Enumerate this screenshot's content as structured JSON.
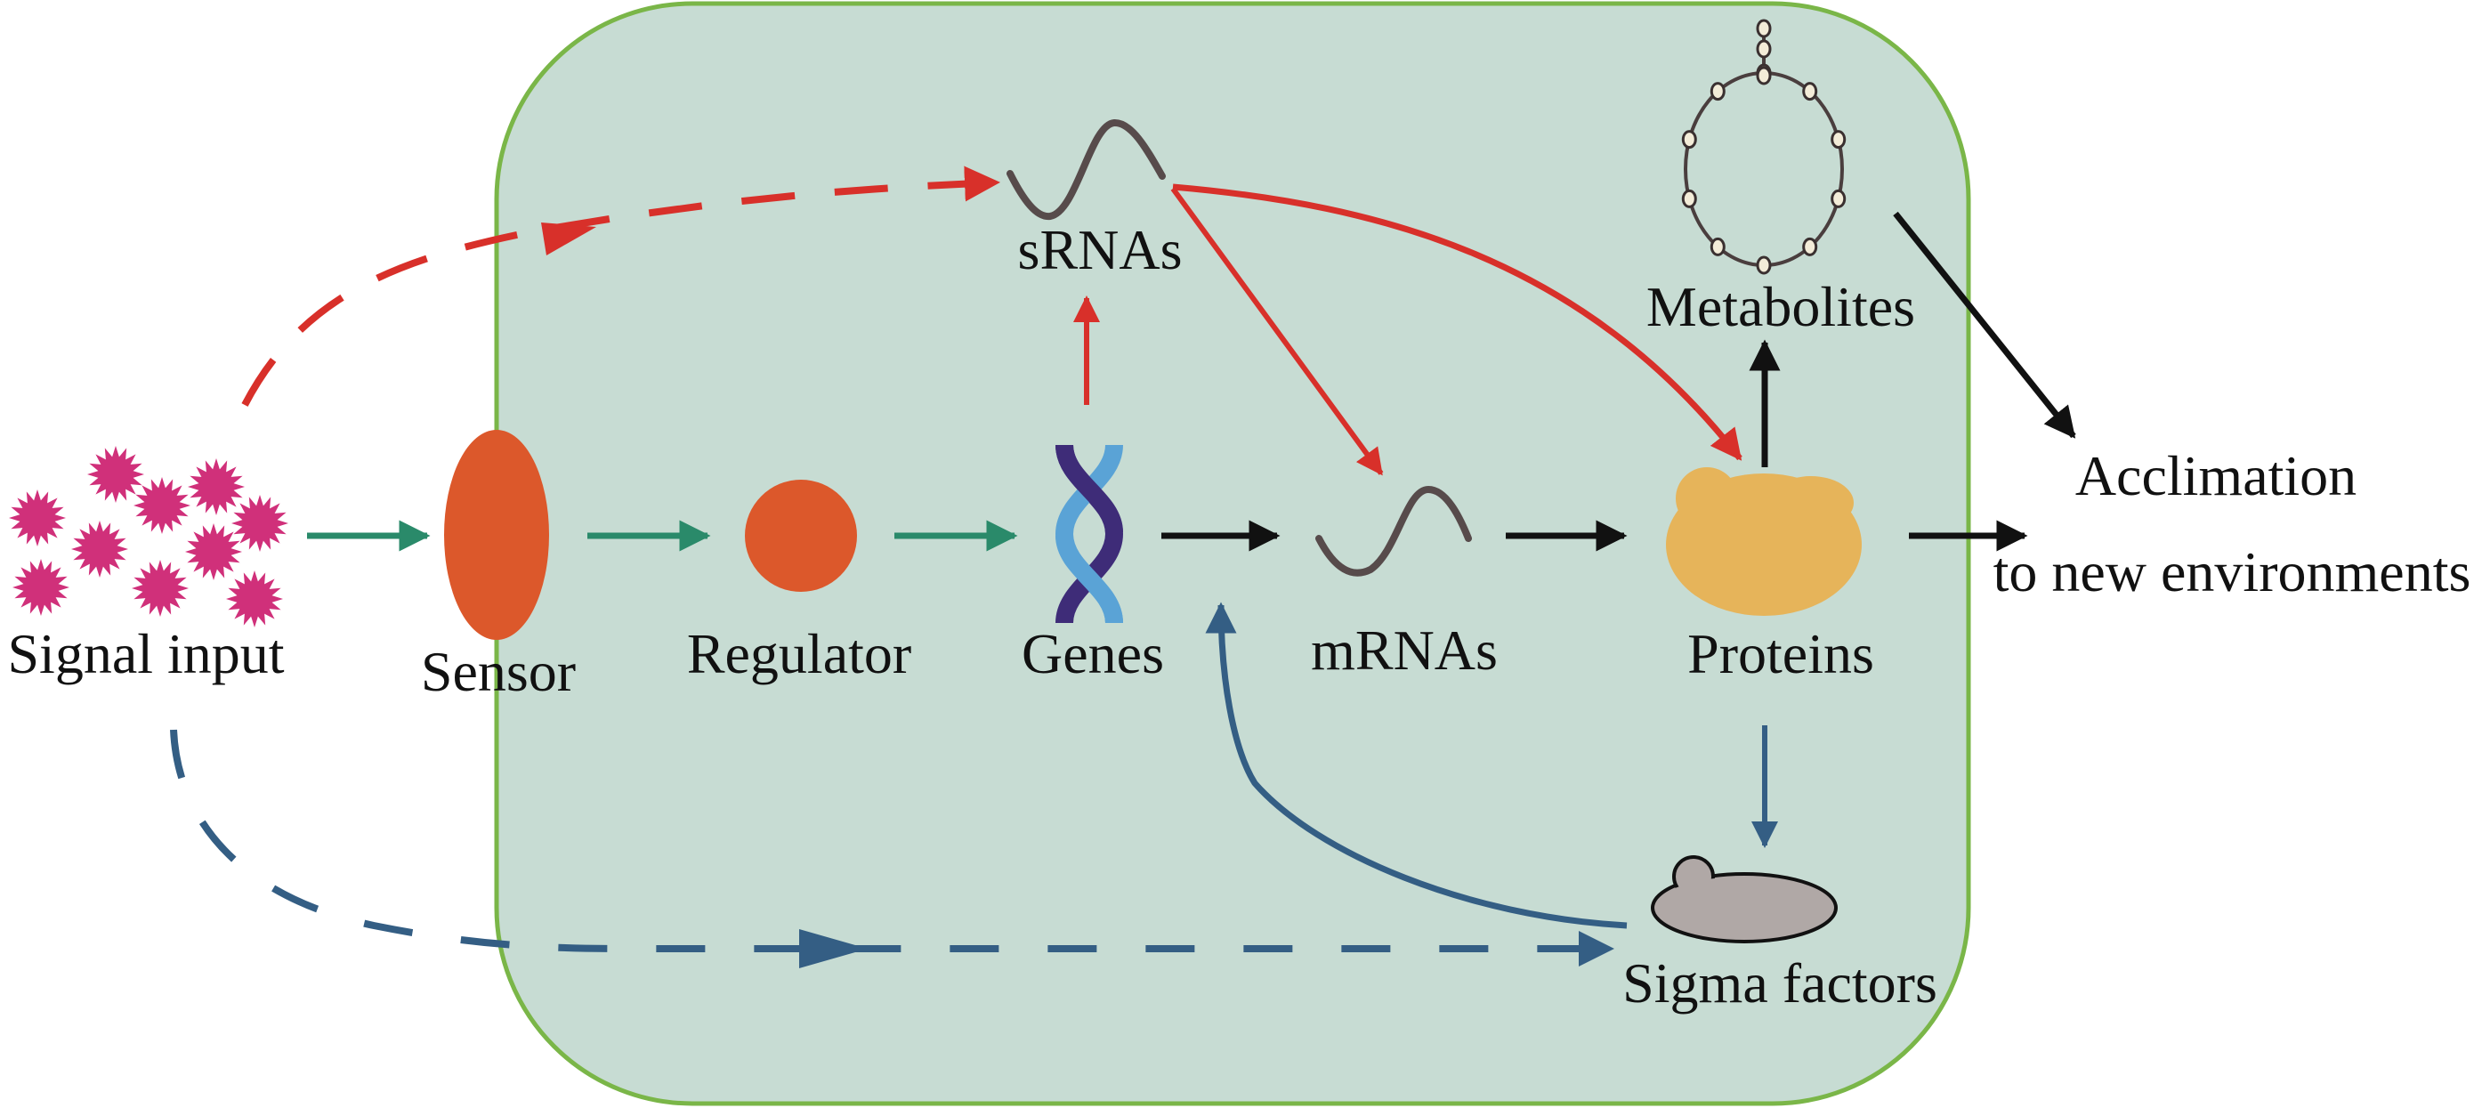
{
  "colors": {
    "cell_fill": "#c7dcd3",
    "cell_stroke": "#7ab648",
    "signal": "#d0307a",
    "sensor": "#dc582b",
    "regulator": "#dc582b",
    "protein": "#e6b45a",
    "sigma": "#b0a8a6",
    "rna": "#574b4b",
    "dna_dark": "#3e2c78",
    "dna_light": "#5aa3d6",
    "arrow_green": "#2a8a6a",
    "arrow_black": "#111111",
    "arrow_red": "#d8302a",
    "arrow_blue": "#345e84"
  },
  "labels": {
    "signal_input": "Signal input",
    "sensor": "Sensor",
    "regulator": "Regulator",
    "genes": "Genes",
    "mrnas": "mRNAs",
    "proteins": "Proteins",
    "srnas": "sRNAs",
    "metabolites": "Metabolites",
    "acclimation_line1": "Acclimation",
    "acclimation_line2": "to new environments",
    "sigma_factors": "Sigma factors"
  },
  "pathways": [
    {
      "from": "Signal input",
      "to": "Sensor",
      "style": "solid",
      "color": "green"
    },
    {
      "from": "Sensor",
      "to": "Regulator",
      "style": "solid",
      "color": "green"
    },
    {
      "from": "Regulator",
      "to": "Genes",
      "style": "solid",
      "color": "green"
    },
    {
      "from": "Genes",
      "to": "mRNAs",
      "style": "solid",
      "color": "black"
    },
    {
      "from": "mRNAs",
      "to": "Proteins",
      "style": "solid",
      "color": "black"
    },
    {
      "from": "Proteins",
      "to": "Metabolites",
      "style": "solid",
      "color": "black"
    },
    {
      "from": "Proteins",
      "to": "Acclimation to new environments",
      "style": "solid",
      "color": "black"
    },
    {
      "from": "Metabolites",
      "to": "Acclimation to new environments",
      "style": "solid",
      "color": "black"
    },
    {
      "from": "Genes",
      "to": "sRNAs",
      "style": "solid",
      "color": "red"
    },
    {
      "from": "sRNAs",
      "to": "mRNAs",
      "style": "solid",
      "color": "red"
    },
    {
      "from": "sRNAs",
      "to": "Proteins",
      "style": "solid",
      "color": "red"
    },
    {
      "from": "Signal input",
      "to": "sRNAs",
      "style": "dashed",
      "color": "red"
    },
    {
      "from": "Proteins",
      "to": "Sigma factors",
      "style": "solid",
      "color": "blue"
    },
    {
      "from": "Sigma factors",
      "to": "Genes",
      "style": "solid",
      "color": "blue"
    },
    {
      "from": "Signal input",
      "to": "Sigma factors",
      "style": "dashed",
      "color": "blue"
    }
  ],
  "signal_molecule_count": 10
}
